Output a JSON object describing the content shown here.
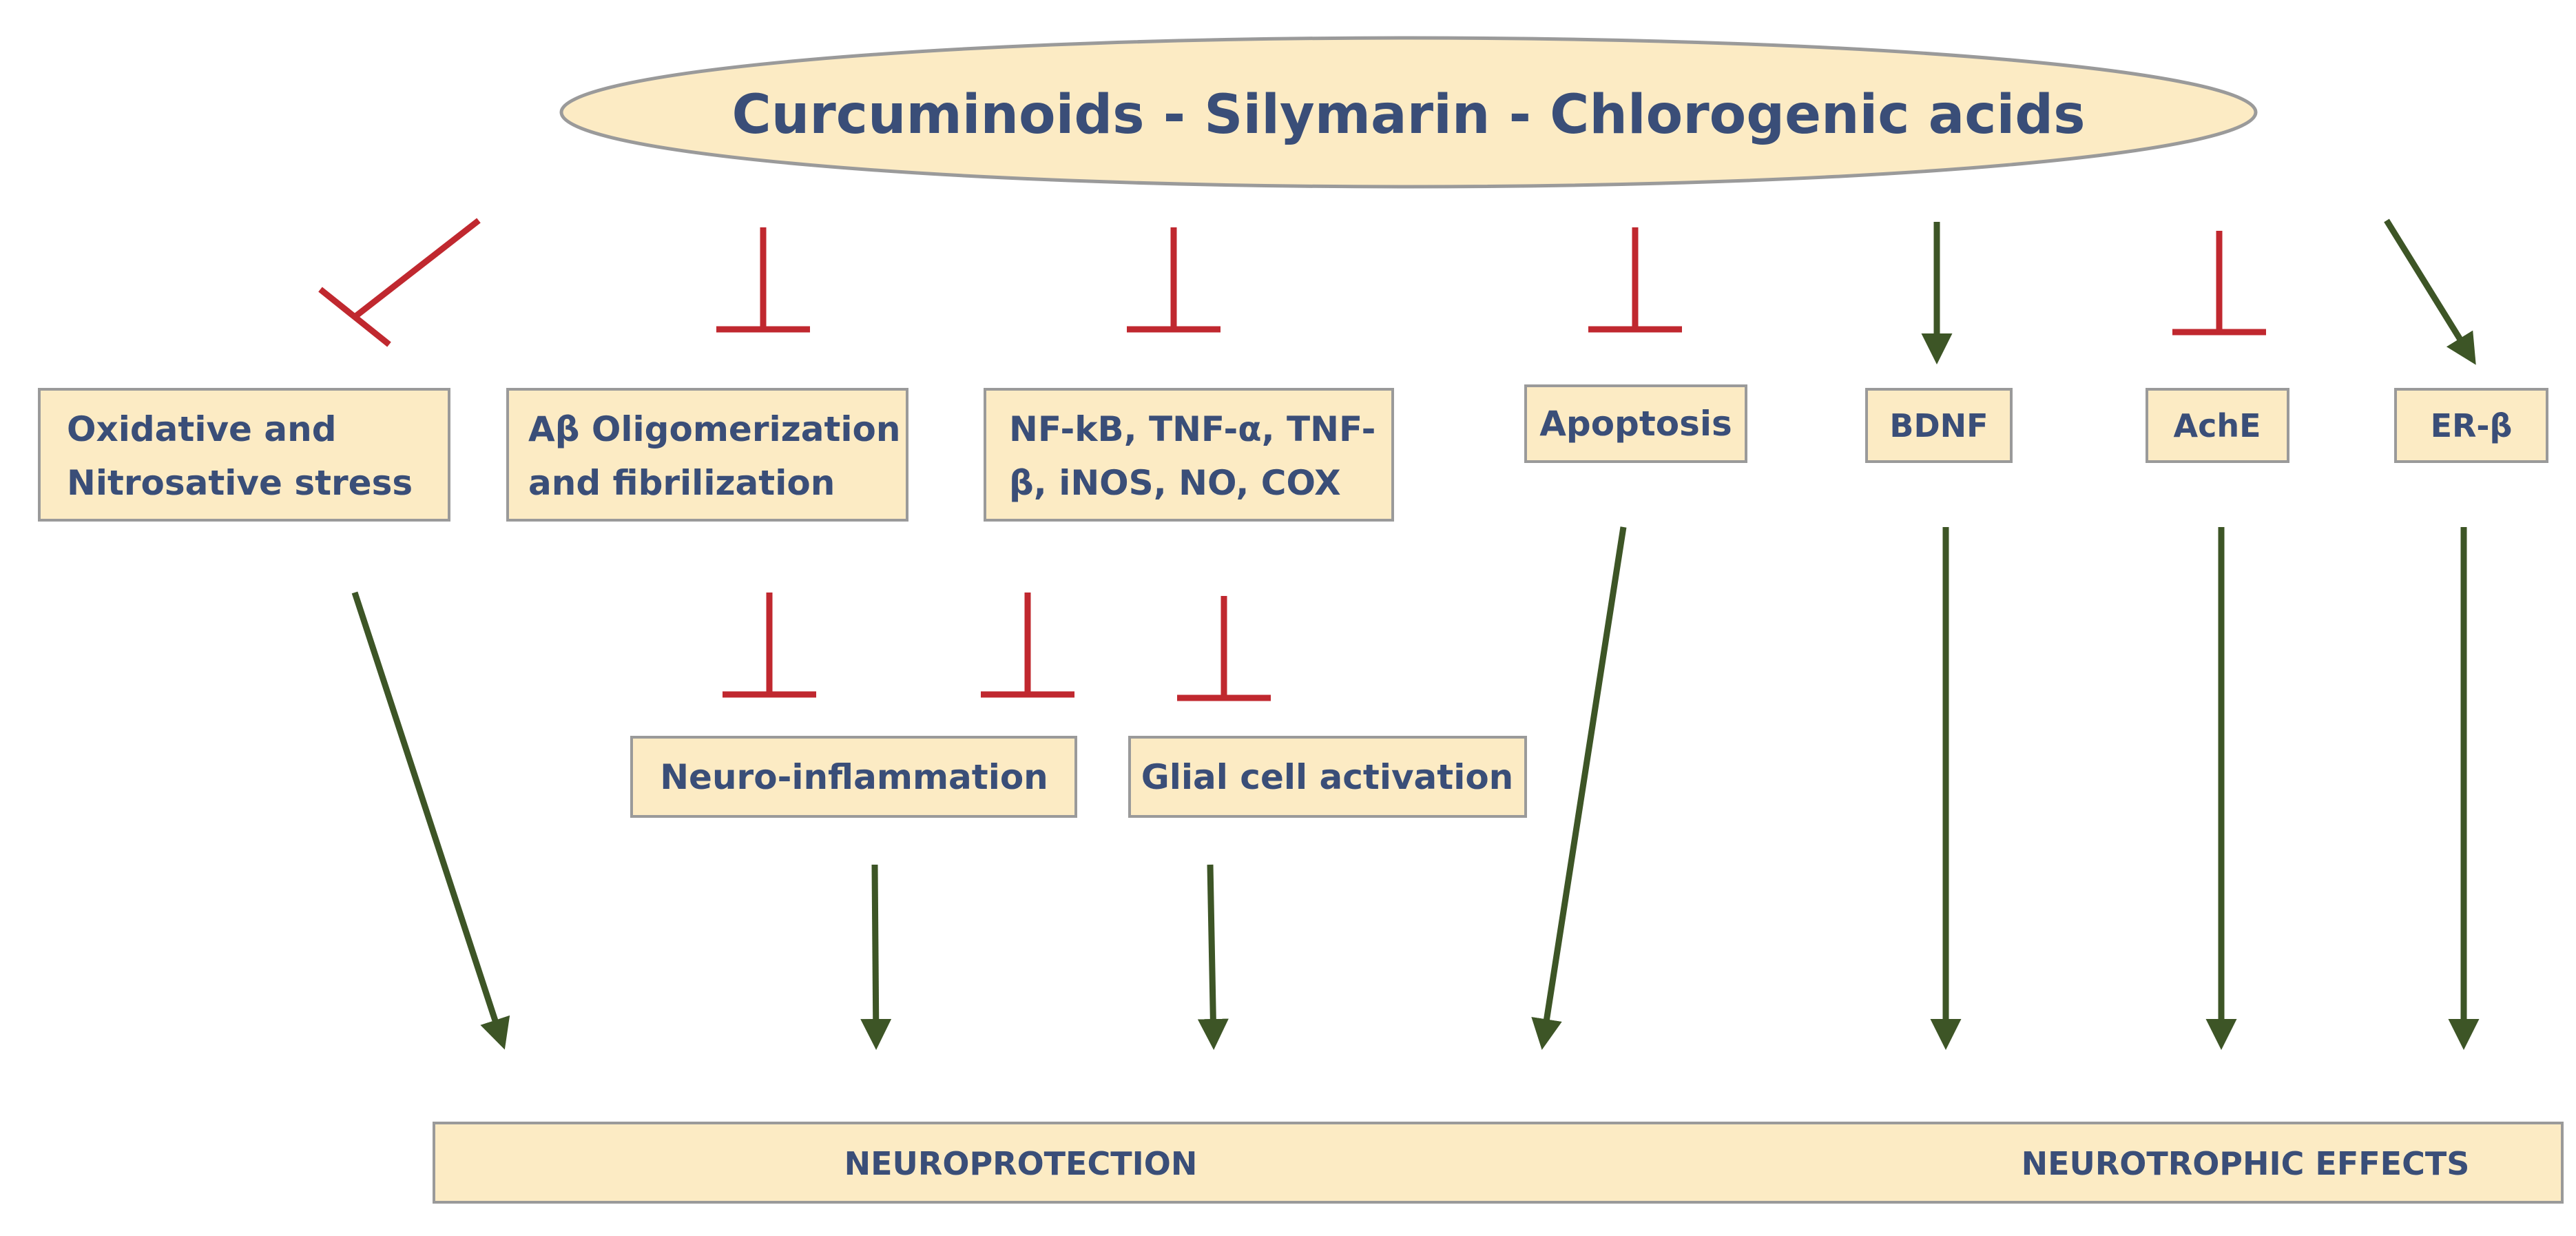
{
  "title": "Curcuminoids - Silymarin - Chlorogenic acids",
  "boxes": {
    "oxidative": [
      "Oxidative and",
      "Nitrosative stress"
    ],
    "abeta": [
      "Aβ Oligomerization",
      "and fibrilization"
    ],
    "nfkb": [
      "NF-kB, TNF-α, TNF-",
      "β, iNOS, NO, COX"
    ],
    "apoptosis": "Apoptosis",
    "bdnf": "BDNF",
    "ache": "AchE",
    "erb": "ER-β",
    "neuroinflammation": "Neuro-inflammation",
    "glial": "Glial cell activation"
  },
  "bottom": {
    "neuroprotection": "NEUROPROTECTION",
    "neurotrophic": "NEUROTROPHIC EFFECTS"
  },
  "colors": {
    "ellipse_fill": "#fcebc4",
    "box_fill": "#fcebc4",
    "outline": "#9a9a9a",
    "text": "#3a4e78",
    "inhibit": "#c0282f",
    "activate": "#3d5526"
  }
}
